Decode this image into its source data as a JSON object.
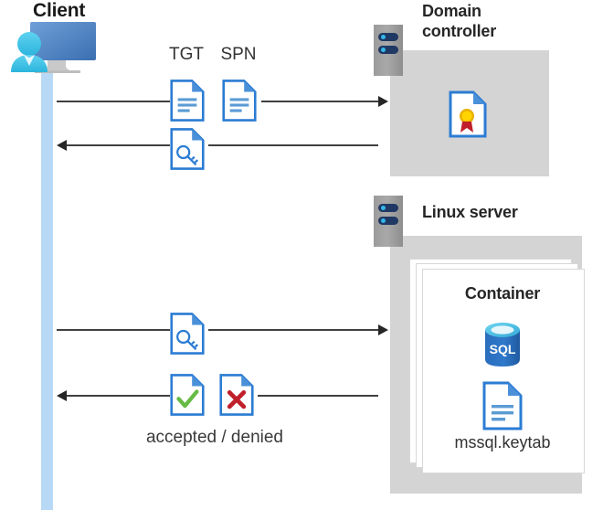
{
  "diagram": {
    "title": "Kerberos authentication flow between Client, Domain controller and Linux server container",
    "type": "sequence-diagram"
  },
  "actors": {
    "client": {
      "label": "Client",
      "icon": "user-monitor-icon"
    },
    "domain_controller": {
      "label": "Domain controller",
      "icon": "server-icon",
      "contents": [
        {
          "name": "certificate-document-icon",
          "label": ""
        }
      ]
    },
    "linux_server": {
      "label": "Linux server",
      "icon": "server-icon",
      "container": {
        "label": "Container",
        "items": [
          {
            "name": "sql-database-icon",
            "label": "SQL"
          },
          {
            "name": "keytab-document-icon",
            "label": "mssql.keytab"
          }
        ]
      }
    }
  },
  "messages": [
    {
      "id": "msg-1",
      "direction": "right",
      "from": "client",
      "to": "domain_controller",
      "icons": [
        {
          "name": "tgt-document-icon",
          "label": "TGT"
        },
        {
          "name": "spn-document-icon",
          "label": "SPN"
        }
      ]
    },
    {
      "id": "msg-2",
      "direction": "left",
      "from": "domain_controller",
      "to": "client",
      "icons": [
        {
          "name": "service-ticket-key-document-icon",
          "label": ""
        }
      ]
    },
    {
      "id": "msg-3",
      "direction": "right",
      "from": "client",
      "to": "linux_server",
      "icons": [
        {
          "name": "service-ticket-key-document-icon",
          "label": ""
        }
      ]
    },
    {
      "id": "msg-4",
      "direction": "left",
      "from": "linux_server",
      "to": "client",
      "icons": [
        {
          "name": "accepted-check-document-icon",
          "label": ""
        },
        {
          "name": "denied-cross-document-icon",
          "label": ""
        }
      ],
      "caption": "accepted / denied"
    }
  ],
  "labels": {
    "tgt": "TGT",
    "spn": "SPN",
    "accepted_denied": "accepted / denied",
    "container": "Container",
    "keytab_file": "mssql.keytab",
    "domain_controller": "Domain controller",
    "domain_controller_line1": "Domain",
    "domain_controller_line2": "controller",
    "linux_server": "Linux server",
    "client": "Client",
    "sql": "SQL"
  },
  "colors": {
    "lifeline": "#b8d9f5",
    "panel_gray": "#d4d4d4",
    "server_gray": "#9b9b9b",
    "server_pill": "#1f3864",
    "server_dot": "#32b8e8",
    "doc_blue": "#2b7cd3",
    "doc_fold_blue": "#4a90d9",
    "accent_check": "#66bb44",
    "accent_cross": "#c0202a",
    "cert_gold": "#ffd400",
    "cert_ribbon": "#c0202a",
    "sql_blue": "#2a6dbd",
    "sql_top": "#4ec3e8",
    "arrow": "#262626",
    "text_dark": "#262626",
    "monitor_blue": "#4a7ebb",
    "person_cyan": "#3fc3e8"
  }
}
